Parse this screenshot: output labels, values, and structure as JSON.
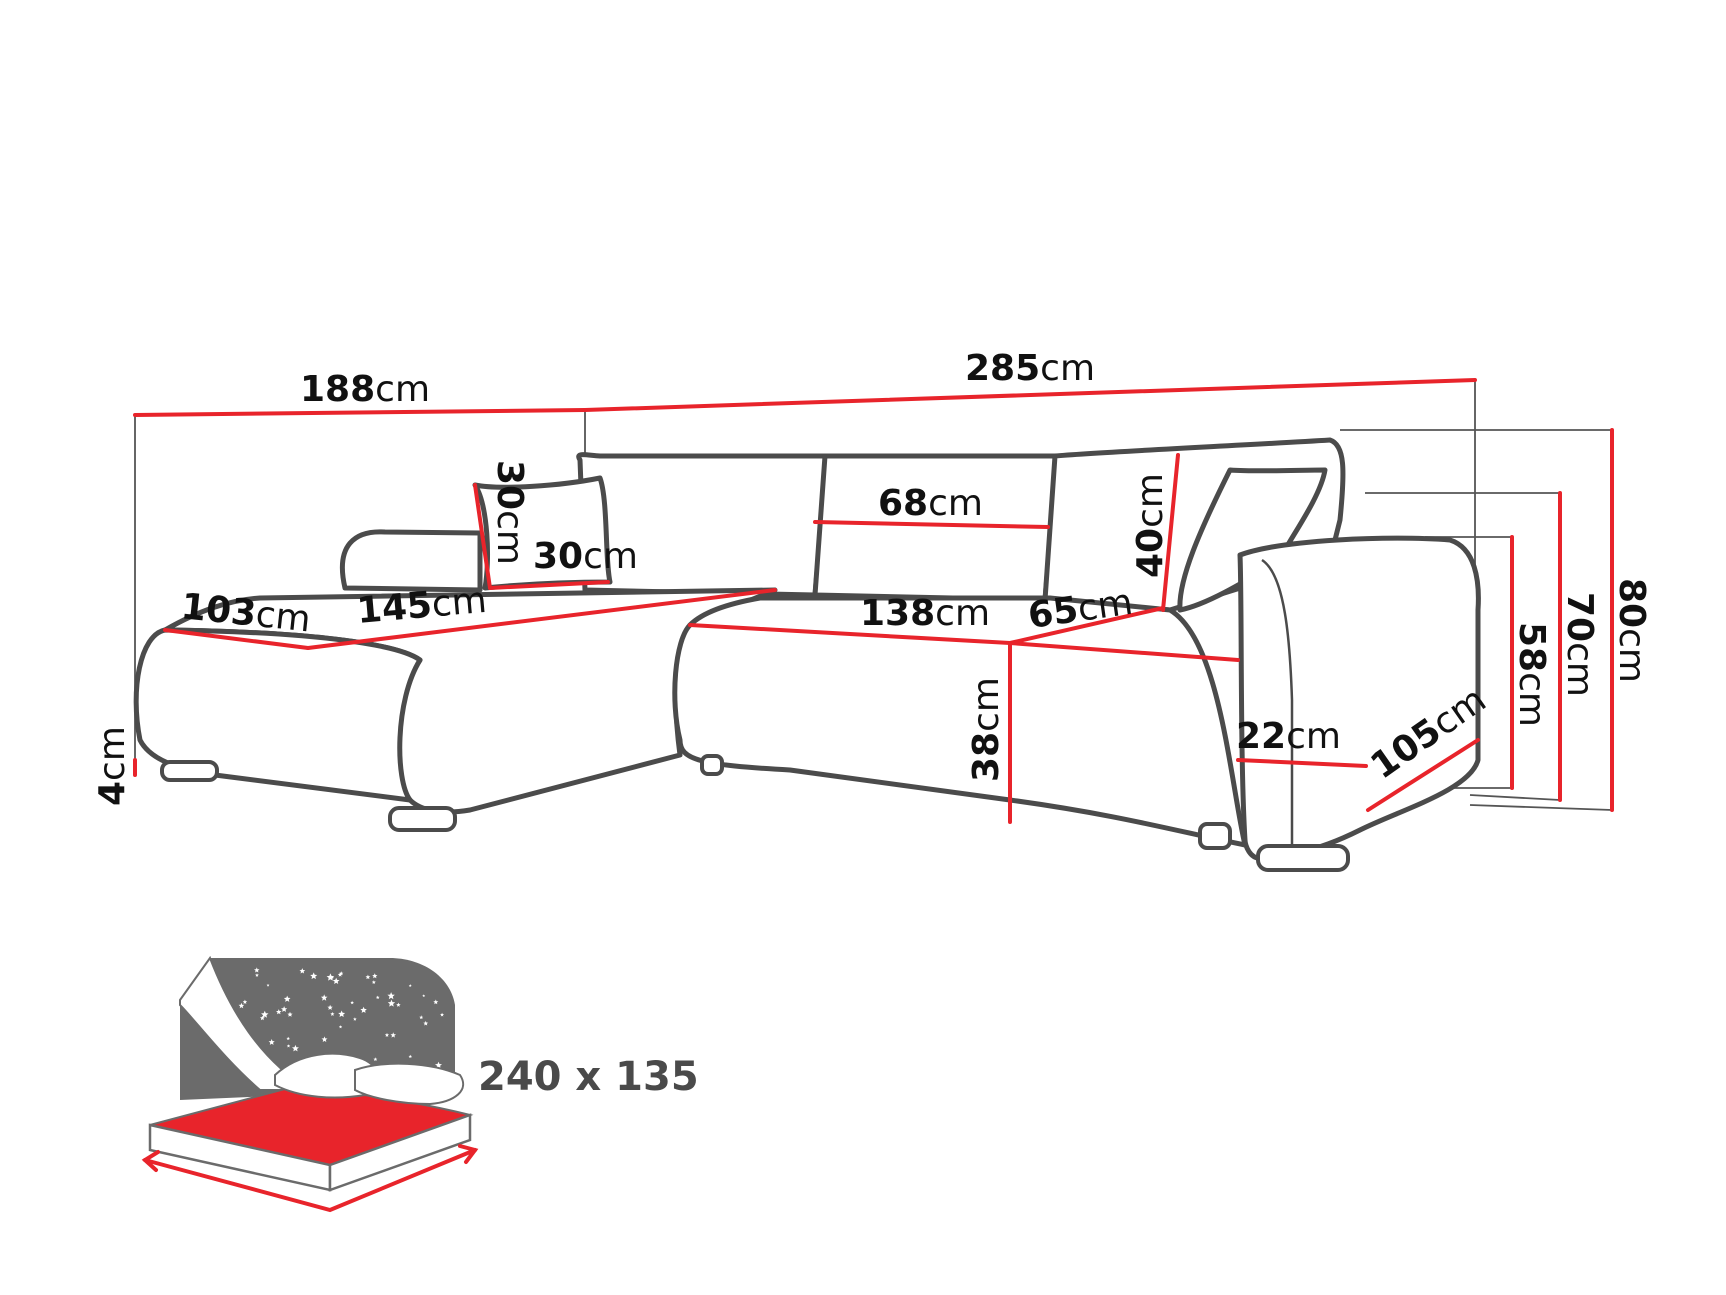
{
  "colors": {
    "accent": "#e8242b",
    "outline": "#4b4b4b",
    "night_sky": "#6b6b6b",
    "bed_label": "#4a4a4a"
  },
  "unit": "cm",
  "dimensions": {
    "left_width": "188",
    "total_width": "285",
    "pillow_height": "30",
    "pillow_width": "30",
    "back_cushion_width": "68",
    "back_cushion_height": "40",
    "chaise_depth": "103",
    "chaise_length": "145",
    "seat_width": "138",
    "seat_depth": "65",
    "seat_height": "38",
    "leg_height": "4",
    "armrest_width": "22",
    "side_depth": "105",
    "armrest_height": "58",
    "back_height": "70",
    "total_height": "80"
  },
  "bed": {
    "icon": "bed-stars-icon",
    "size": "240 x 135"
  }
}
